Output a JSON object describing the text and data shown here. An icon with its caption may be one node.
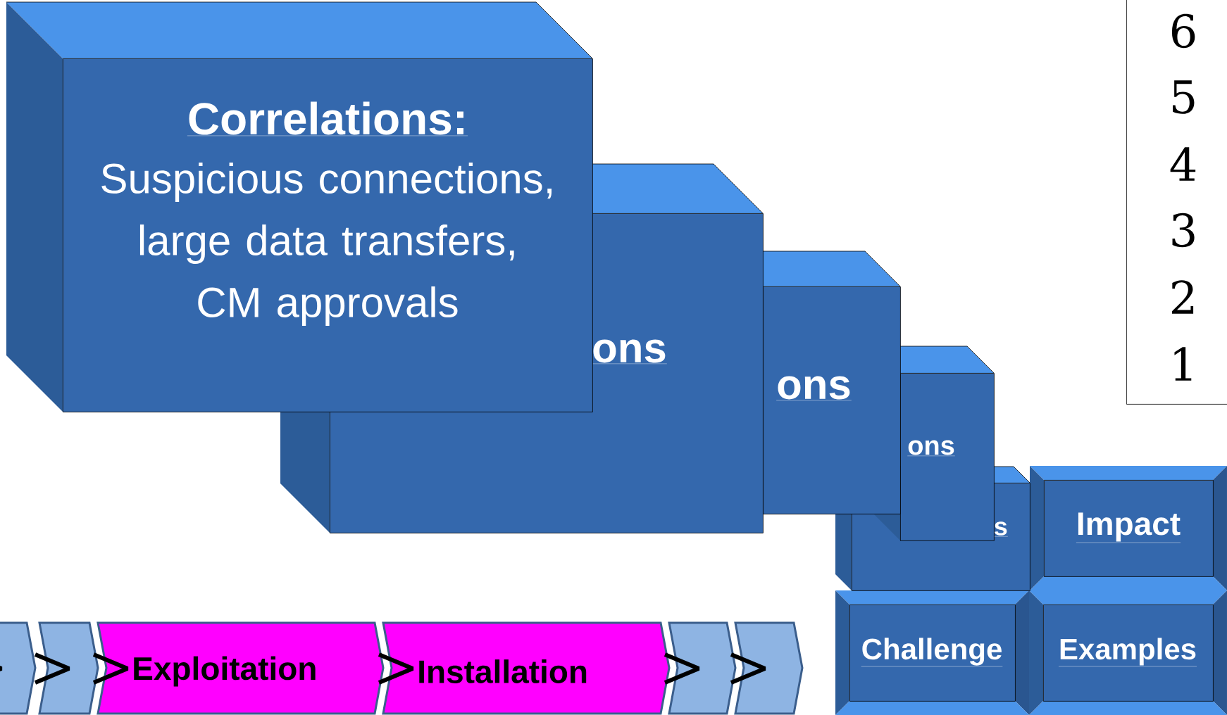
{
  "diagram": {
    "nodes": [
      {
        "text": [
          "Correlations:",
          "Suspicious connections, large data transfers, CM approvals"
        ]
      },
      {
        "text": [
          "ons"
        ]
      },
      {
        "text": [
          "ons"
        ]
      },
      {
        "text": [
          "ons"
        ]
      },
      {
        "text": [
          "6",
          "5",
          "4",
          "3",
          "2",
          "1"
        ]
      },
      {
        "text": [
          "s"
        ]
      },
      {
        "text": [
          "Impact"
        ]
      },
      {
        "text": [
          "Challenge"
        ]
      },
      {
        "text": [
          "Examples"
        ]
      },
      {
        "text": [],
        "shape": "chevron"
      },
      {
        "text": [],
        "shape": "chevron"
      },
      {
        "text": [
          "Exploitation"
        ]
      },
      {
        "text": [
          "Installation"
        ]
      },
      {
        "text": [],
        "shape": "chevron"
      },
      {
        "text": [],
        "shape": "chevron"
      }
    ]
  }
}
